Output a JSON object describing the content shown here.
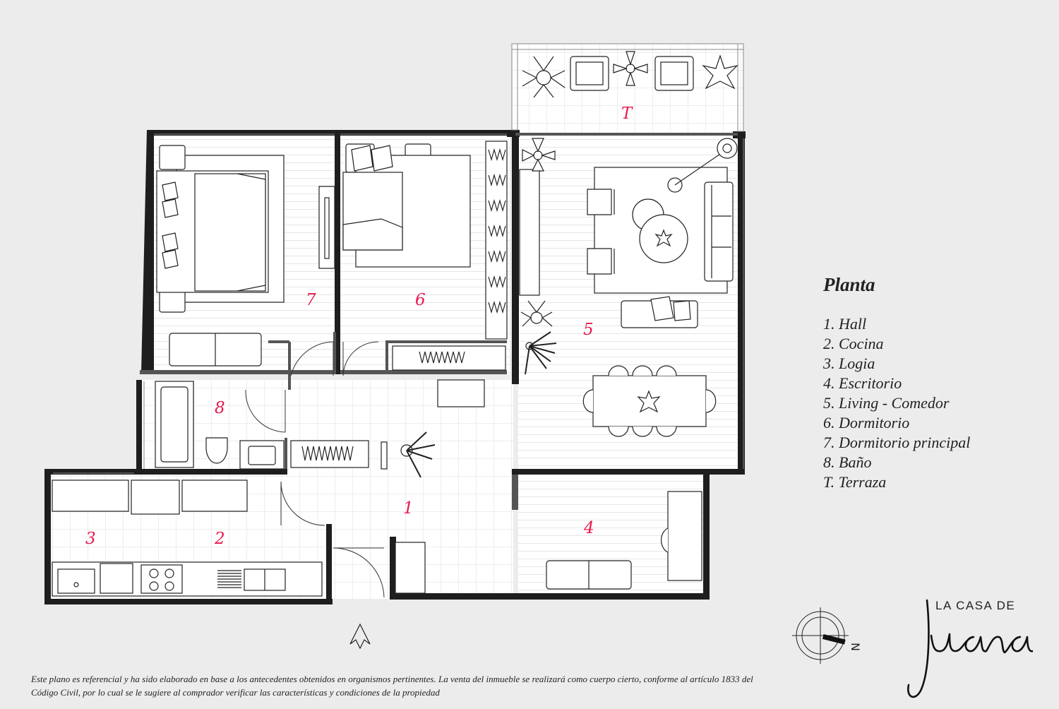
{
  "rooms": [
    {
      "num": "1"
    },
    {
      "num": "2"
    },
    {
      "num": "3"
    },
    {
      "num": "4"
    },
    {
      "num": "5"
    },
    {
      "num": "6"
    },
    {
      "num": "7"
    },
    {
      "num": "8"
    },
    {
      "num": "T"
    }
  ],
  "legend": {
    "title": "Planta",
    "items": [
      "1.  Hall",
      "2.  Cocina",
      "3.  Logia",
      "4.  Escritorio",
      "5.  Living - Comedor",
      "6.  Dormitorio",
      "7.  Dormitorio principal",
      "8.  Baño",
      "T. Terraza"
    ]
  },
  "compass": {
    "label": "N"
  },
  "brand": {
    "line1": "LA CASA DE",
    "script": "Juana"
  },
  "disclaimer": "Este plano es referencial y ha sido elaborado en base a los antecedentes obtenidos en organismos pertinentes.  La venta del inmueble se realizará como cuerpo cierto, conforme al artículo 1833 del Código Civil, por lo cual se le sugiere al comprador verificar las características y condiciones de la propiedad",
  "colors": {
    "room_number": "#e8194e",
    "wall": "#1e1e1e",
    "floor": "#ffffff",
    "background": "#ececec"
  }
}
